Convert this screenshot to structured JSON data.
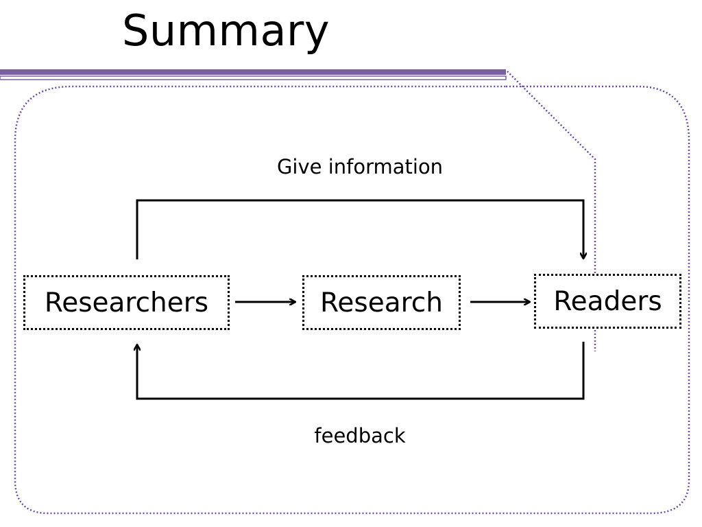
{
  "slide": {
    "title": "Summary"
  },
  "diagram": {
    "nodes": {
      "researchers": "Researchers",
      "research": "Research",
      "readers": "Readers"
    },
    "edges": {
      "top_label": "Give information",
      "bottom_label": "feedback"
    }
  },
  "colors": {
    "accent_purple": "#7b5fa6",
    "text": "#000000"
  }
}
